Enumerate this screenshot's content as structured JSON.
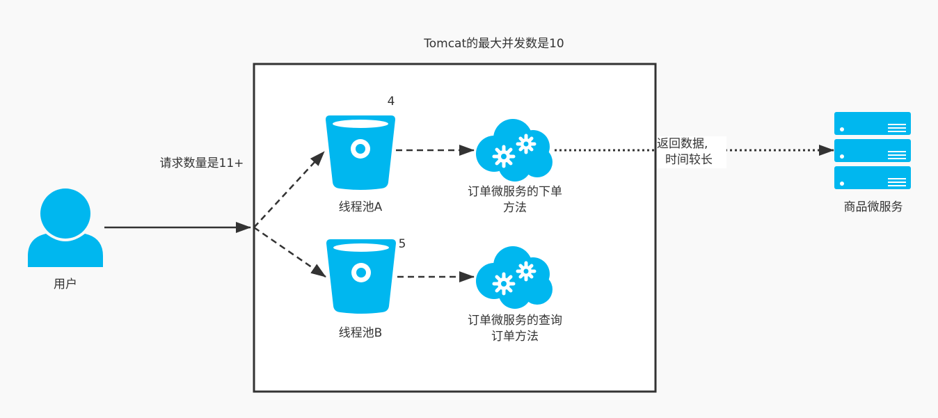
{
  "title": "Tomcat的最大并发数是10",
  "user_label": "用户",
  "request_label": "请求数量是11+",
  "pool_a": {
    "label": "线程池A",
    "count": "4"
  },
  "pool_b": {
    "label": "线程池B",
    "count": "5"
  },
  "service_order": {
    "line1": "订单微服务的下单",
    "line2": "方法"
  },
  "service_query": {
    "line1": "订单微服务的查询",
    "line2": "订单方法"
  },
  "return_label": {
    "line1": "返回数据,",
    "line2": "时间较长"
  },
  "product_service_label": "商品微服务",
  "colors": {
    "accent": "#00b7ef",
    "stroke": "#333333",
    "container_fill": "#ffffff",
    "background": "#f9f9f9"
  },
  "icons": {
    "user": "user-icon",
    "bucket": "bucket-icon",
    "cloud": "cloud-gear-icon",
    "server": "server-stack-icon"
  }
}
